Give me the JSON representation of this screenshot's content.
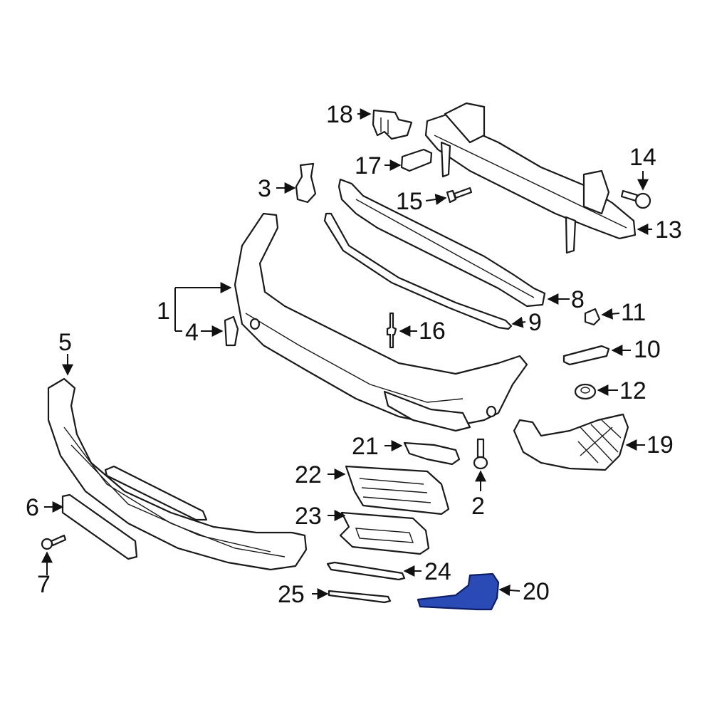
{
  "highlight_color": "#2a4bb5",
  "callouts": {
    "n1": "1",
    "n2": "2",
    "n3": "3",
    "n4": "4",
    "n5": "5",
    "n6": "6",
    "n7": "7",
    "n8": "8",
    "n9": "9",
    "n10": "10",
    "n11": "11",
    "n12": "12",
    "n13": "13",
    "n14": "14",
    "n15": "15",
    "n16": "16",
    "n17": "17",
    "n18": "18",
    "n19": "19",
    "n20": "20",
    "n21": "21",
    "n22": "22",
    "n23": "23",
    "n24": "24",
    "n25": "25"
  },
  "highlighted_part": "20"
}
